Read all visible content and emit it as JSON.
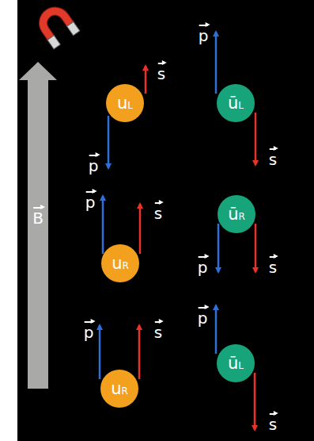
{
  "diagram": {
    "nodes": [
      {
        "text": [
          "uL"
        ]
      },
      {
        "text": [
          "ūL"
        ]
      },
      {
        "text": [
          "uR"
        ]
      },
      {
        "text": [
          "ūR"
        ]
      },
      {
        "text": [
          "uR"
        ]
      },
      {
        "text": [
          "ūL"
        ]
      }
    ],
    "labels": [
      "s",
      "p",
      "p",
      "s",
      "p",
      "s",
      "p",
      "s",
      "p",
      "s",
      "p",
      "s",
      "B"
    ]
  }
}
